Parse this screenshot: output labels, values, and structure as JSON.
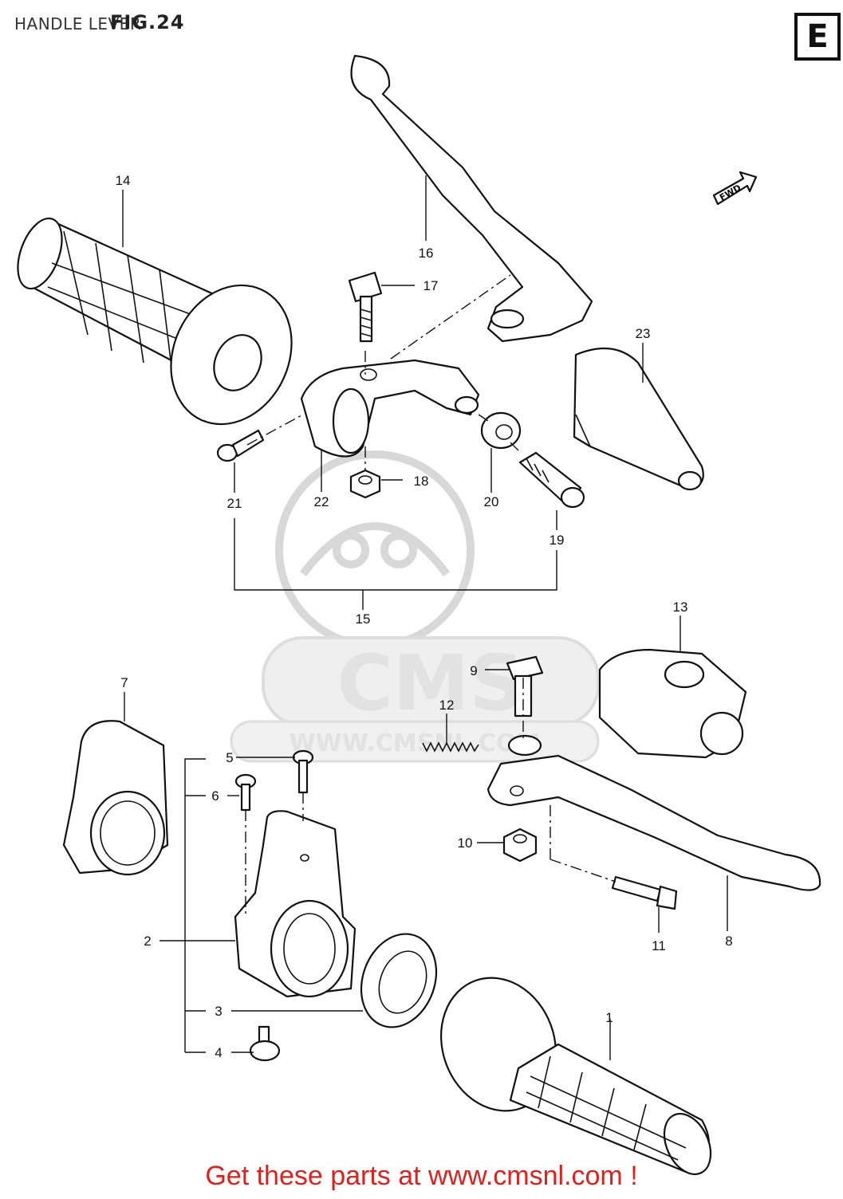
{
  "header": {
    "title": "HANDLE LEVER",
    "fig": "FIG.24",
    "region": "E"
  },
  "fwd": "FWD",
  "watermark": {
    "brand": "CMS",
    "url": "WWW.CMSNL.COM"
  },
  "footer": "Get these parts at www.cmsnl.com !",
  "callouts": {
    "c1": "1",
    "c2": "2",
    "c3": "3",
    "c4": "4",
    "c5": "5",
    "c6": "6",
    "c7": "7",
    "c8": "8",
    "c9": "9",
    "c10": "10",
    "c11": "11",
    "c12": "12",
    "c13": "13",
    "c14": "14",
    "c15": "15",
    "c16": "16",
    "c17": "17",
    "c18": "18",
    "c19": "19",
    "c20": "20",
    "c21": "21",
    "c22": "22",
    "c23": "23"
  }
}
